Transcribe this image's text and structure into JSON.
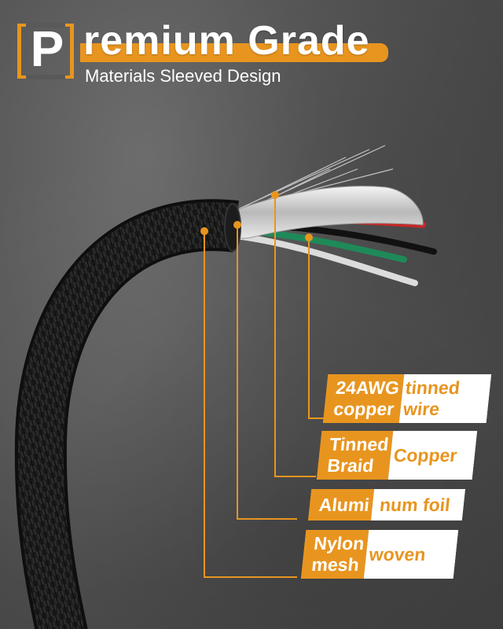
{
  "header": {
    "bracket_letter": "P",
    "title_rest": "remium Grade",
    "subtitle": "Materials Sleeved Design"
  },
  "colors": {
    "accent": "#e8951f",
    "label_bg": "#ffffff",
    "background": "#595959",
    "cable_jacket": "#161616",
    "wire_red": "#c62828",
    "wire_black": "#111111",
    "wire_green": "#1e8a5a",
    "wire_white": "#e0e0e0"
  },
  "callouts": [
    {
      "orange_lines": [
        "24AWG",
        "copper"
      ],
      "white_lines": [
        "tinned",
        "wire"
      ]
    },
    {
      "orange_lines": [
        "Tinned",
        "Braid"
      ],
      "white_lines": [
        "Copper",
        ""
      ]
    },
    {
      "orange_text": "Alumi",
      "white_text": "num foil"
    },
    {
      "orange_lines": [
        "Nylon",
        "mesh"
      ],
      "white_lines": [
        "woven",
        ""
      ]
    }
  ]
}
